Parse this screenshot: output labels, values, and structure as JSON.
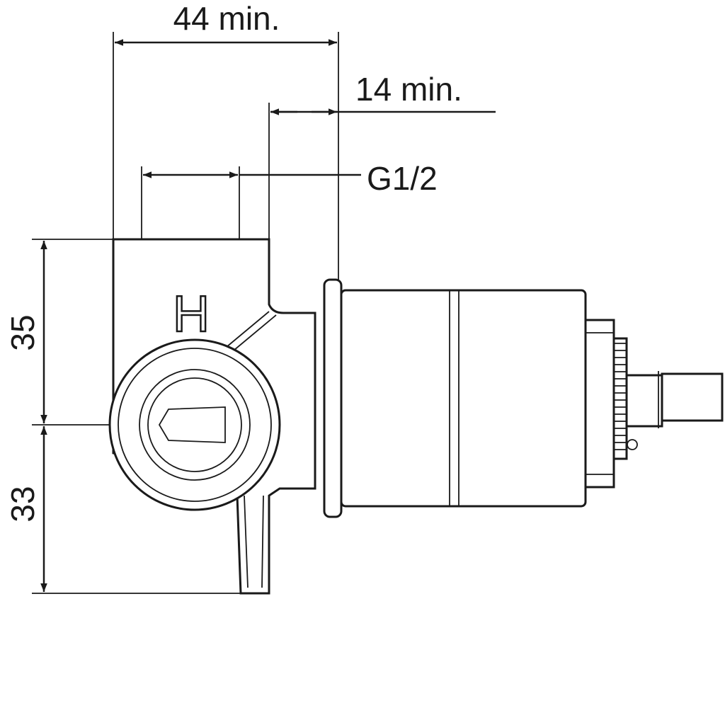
{
  "drawing": {
    "dimensions": {
      "width_min": "44 min.",
      "depth_min": "14 min.",
      "thread": "G1/2",
      "upper_height": "35",
      "lower_height": "33"
    },
    "marking": "H"
  }
}
